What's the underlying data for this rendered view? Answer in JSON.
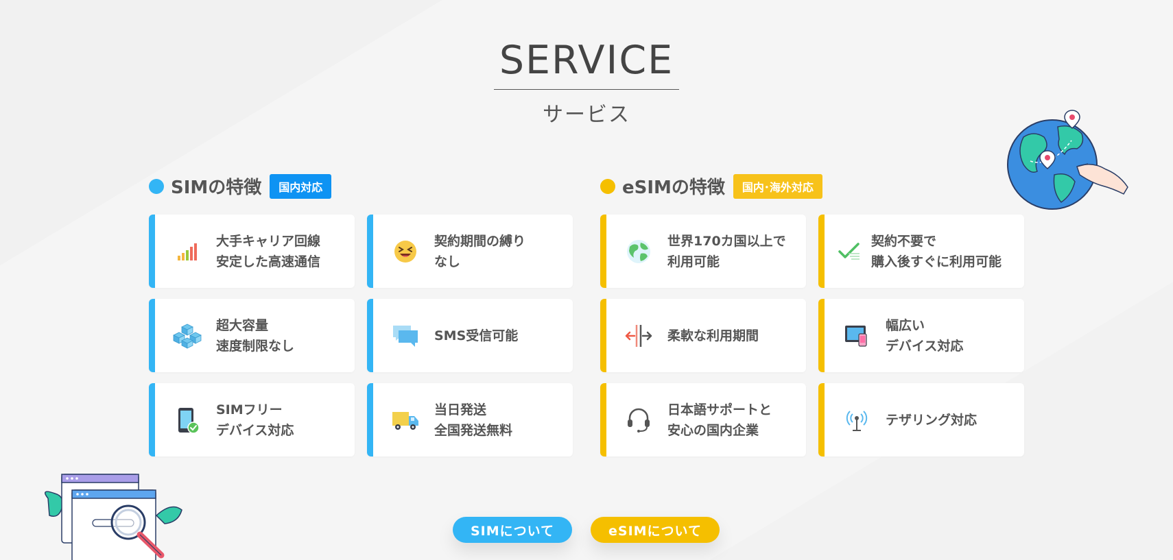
{
  "header": {
    "title": "SERVICE",
    "subtitle": "サービス"
  },
  "colors": {
    "sim_accent": "#33b5f5",
    "sim_badge": "#0e93f3",
    "esim_accent": "#f5bf00",
    "esim_badge": "#f7c21a",
    "text": "#555555",
    "card_bg": "#ffffff"
  },
  "sim": {
    "title": "SIMの特徴",
    "badge": "国内対応",
    "cards": [
      {
        "text": "大手キャリア回線\n安定した高速通信",
        "icon": "signal-bars-icon"
      },
      {
        "text": "契約期間の縛り\nなし",
        "icon": "laughing-face-icon"
      },
      {
        "text": "超大容量\n速度制限なし",
        "icon": "data-cubes-icon"
      },
      {
        "text": "SMS受信可能",
        "icon": "chat-bubbles-icon"
      },
      {
        "text": "SIMフリー\nデバイス対応",
        "icon": "smartphone-check-icon"
      },
      {
        "text": "当日発送\n全国発送無料",
        "icon": "delivery-truck-icon"
      }
    ]
  },
  "esim": {
    "title": "eSIMの特徴",
    "badge": "国内･海外対応",
    "cards": [
      {
        "text": "世界170カ国以上で\n利用可能",
        "icon": "globe-icon"
      },
      {
        "text": "契約不要で\n購入後すぐに利用可能",
        "icon": "checkmark-icon"
      },
      {
        "text": "柔軟な利用期間",
        "icon": "flexible-period-icon"
      },
      {
        "text": "幅広い\nデバイス対応",
        "icon": "devices-icon"
      },
      {
        "text": "日本語サポートと\n安心の国内企業",
        "icon": "headset-icon"
      },
      {
        "text": "テザリング対応",
        "icon": "tethering-antenna-icon"
      }
    ]
  },
  "buttons": {
    "sim_label": "SIMについて",
    "esim_label": "eSIMについて"
  },
  "illustrations": {
    "top_right": "globe-with-pins-illustration",
    "bottom_left": "browser-search-illustration"
  }
}
